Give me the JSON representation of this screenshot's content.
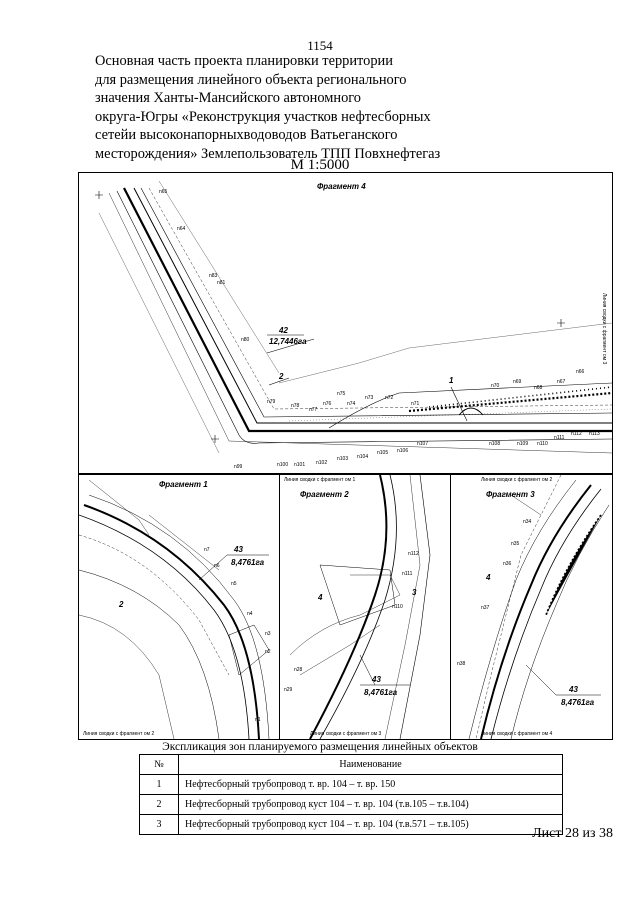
{
  "page_number": "1154",
  "title_lines": [
    "Основная часть проекта планировки территории",
    "для размещения линейного объекта регионального",
    "значения Ханты-Мансийского автономного",
    "округа-Югры «Реконструкция участков нефтесборных",
    "сетейи высоконапорныхводоводов Ватьеганского",
    "месторождения» Землепользователь ТПП Повхнефтегаз"
  ],
  "scale": "М 1:5000",
  "map_main": {
    "fragment_label": "Фрагмент 4",
    "area_number": "42",
    "area_value": "12,7446га",
    "zone_1": "1",
    "zone_2": "2",
    "side_label": "Линия сводки с фрагмент ом 3",
    "points": [
      "n65",
      "n64",
      "n83",
      "n82",
      "n81",
      "n80",
      "n79",
      "n78",
      "n77",
      "n76",
      "n75",
      "n74",
      "n73",
      "n72",
      "n71",
      "n70",
      "n69",
      "n68",
      "n67",
      "n66",
      "n99",
      "n100",
      "n101",
      "n102",
      "n103",
      "n104",
      "n105",
      "n106",
      "n107",
      "n108",
      "n109",
      "n110",
      "n111",
      "n112",
      "n113"
    ]
  },
  "fragments": [
    {
      "label": "Фрагмент 1",
      "area_number": "43",
      "area_value": "8,4761га",
      "zone": "2",
      "bottom_note": "Линия сводки с фрагмент ом 2",
      "points": [
        "n7",
        "n6",
        "n5",
        "n4",
        "n3",
        "n2",
        "n1"
      ]
    },
    {
      "label": "Фрагмент 2",
      "area_number": "43",
      "area_value": "8,4761га",
      "zone_a": "4",
      "zone_b": "3",
      "bottom_note": "Линия сводки с фрагмент ом 3",
      "top_note": "Линия сводки с фрагмент ом 1",
      "points": [
        "n112",
        "n111",
        "n110",
        "n29",
        "n28"
      ]
    },
    {
      "label": "Фрагмент 3",
      "area_number": "43",
      "area_value": "8,4761га",
      "zone": "4",
      "bottom_note": "Линия сводки с фрагмент ом 4",
      "top_note": "Линия сводки с фрагмент ом 2",
      "points": [
        "n34",
        "n35",
        "n36",
        "n37",
        "n38"
      ]
    }
  ],
  "explication": {
    "caption": "Экспликация зон планируемого размещения линейных объектов",
    "headers": {
      "num": "№",
      "name": "Наименование"
    },
    "rows": [
      {
        "num": "1",
        "name": "Нефтесборный трубопровод т. вр. 104 – т. вр. 150"
      },
      {
        "num": "2",
        "name": "Нефтесборный трубопровод куст 104 – т. вр. 104 (т.в.105 – т.в.104)"
      },
      {
        "num": "3",
        "name": "Нефтесборный трубопровод куст 104 – т. вр. 104 (т.в.571 – т.в.105)"
      }
    ]
  },
  "sheet_label": "Лист 28 из 38"
}
